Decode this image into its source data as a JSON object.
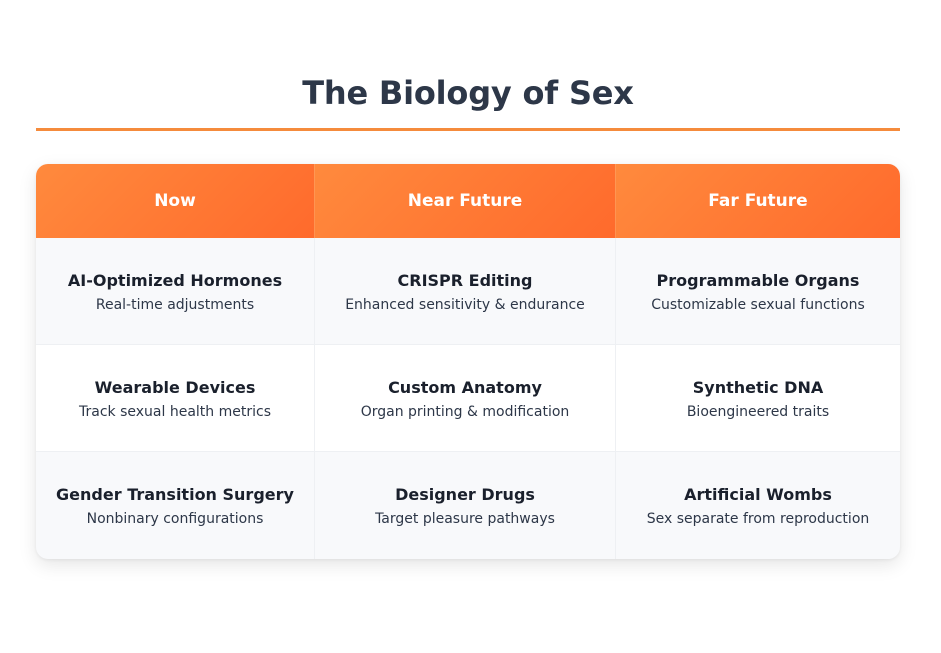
{
  "page": {
    "title": "The Biology of Sex"
  },
  "colors": {
    "accent": "#f58b3c",
    "header_gradient_start": "#ff8a3d",
    "header_gradient_end": "#ff6a2c",
    "title_text": "#2d3748"
  },
  "table": {
    "columns": [
      "Now",
      "Near Future",
      "Far Future"
    ],
    "rows": [
      [
        {
          "title": "AI-Optimized Hormones",
          "subtitle": "Real-time adjustments"
        },
        {
          "title": "CRISPR Editing",
          "subtitle": "Enhanced sensitivity & endurance"
        },
        {
          "title": "Programmable Organs",
          "subtitle": "Customizable sexual functions"
        }
      ],
      [
        {
          "title": "Wearable Devices",
          "subtitle": "Track sexual health metrics"
        },
        {
          "title": "Custom Anatomy",
          "subtitle": "Organ printing & modification"
        },
        {
          "title": "Synthetic DNA",
          "subtitle": "Bioengineered traits"
        }
      ],
      [
        {
          "title": "Gender Transition Surgery",
          "subtitle": "Nonbinary configurations"
        },
        {
          "title": "Designer Drugs",
          "subtitle": "Target pleasure pathways"
        },
        {
          "title": "Artificial Wombs",
          "subtitle": "Sex separate from reproduction"
        }
      ]
    ]
  }
}
